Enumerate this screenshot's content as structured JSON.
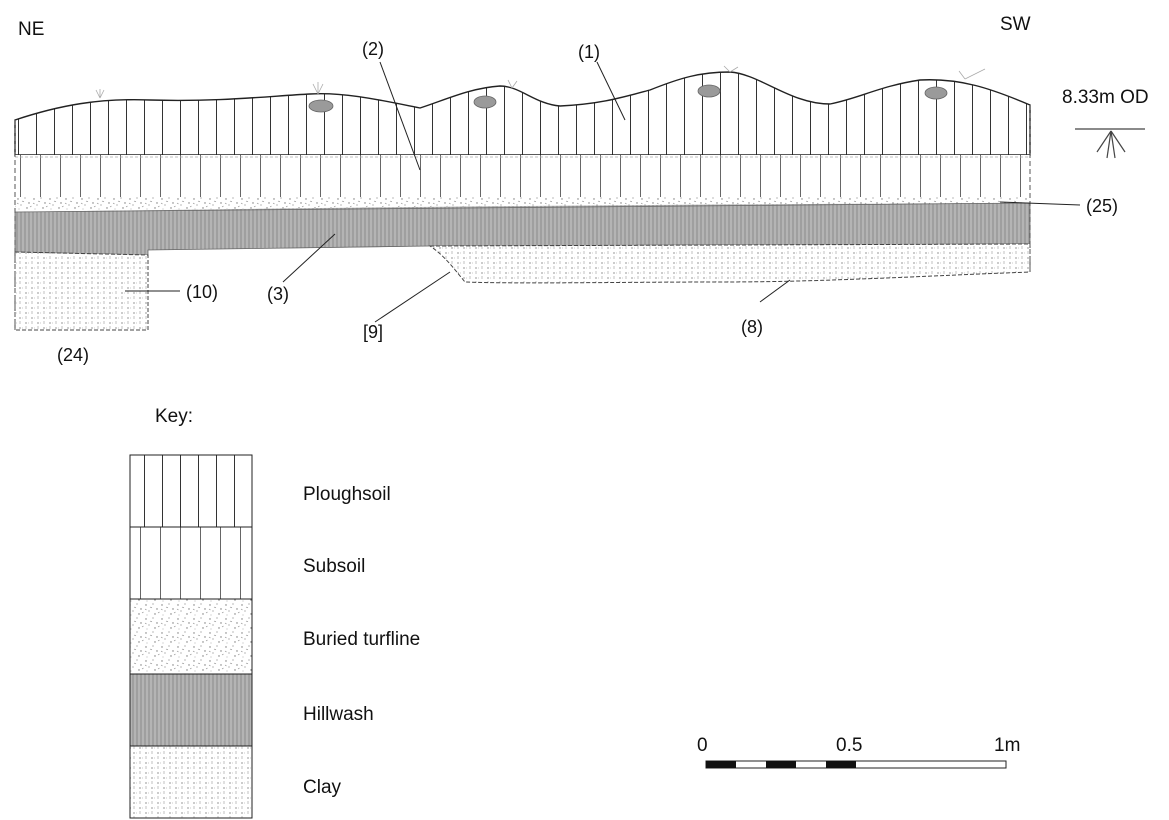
{
  "section": {
    "orientation_left": "NE",
    "orientation_right": "SW",
    "datum_label": "8.33m OD",
    "labels": {
      "l1": "(1)",
      "l2": "(2)",
      "l3": "(3)",
      "l8": "(8)",
      "l9": "[9]",
      "l10": "(10)",
      "l24": "(24)",
      "l25": "(25)"
    }
  },
  "key": {
    "title": "Key:",
    "items": [
      "Ploughsoil",
      "Subsoil",
      "Buried turfline",
      "Hillwash",
      "Clay"
    ]
  },
  "scale": {
    "labels": [
      "0",
      "0.5",
      "1m"
    ]
  },
  "colors": {
    "hillwash": "#a8a8a8",
    "stone": "#9a9a9a",
    "line": "#222222"
  }
}
